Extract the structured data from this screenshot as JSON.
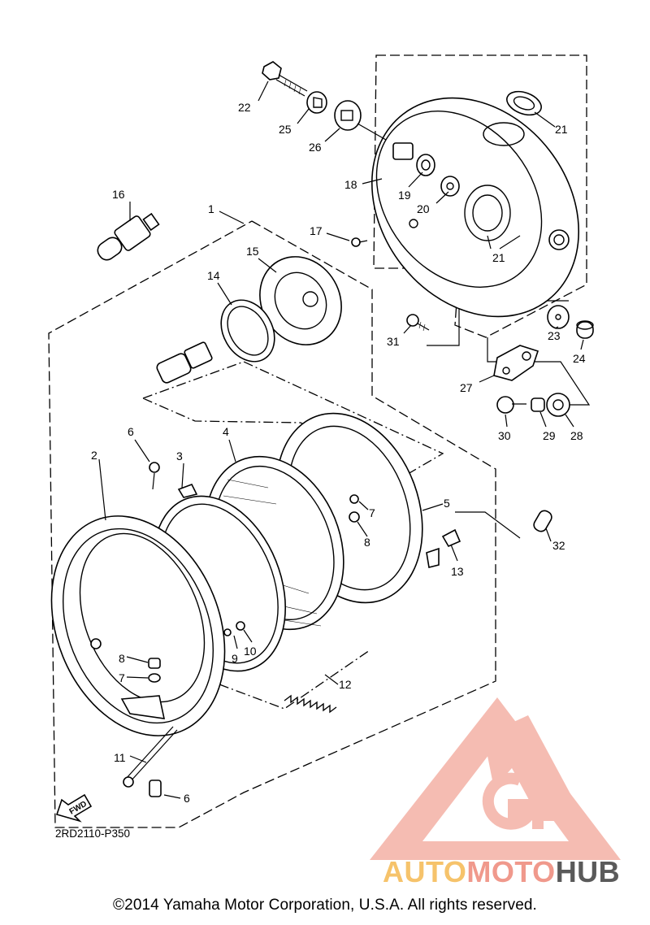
{
  "diagram": {
    "callouts": [
      {
        "id": "c1",
        "text": "1"
      },
      {
        "id": "c2",
        "text": "2"
      },
      {
        "id": "c3",
        "text": "3"
      },
      {
        "id": "c4",
        "text": "4"
      },
      {
        "id": "c5",
        "text": "5"
      },
      {
        "id": "c6a",
        "text": "6"
      },
      {
        "id": "c6b",
        "text": "6"
      },
      {
        "id": "c7a",
        "text": "7"
      },
      {
        "id": "c7b",
        "text": "7"
      },
      {
        "id": "c8a",
        "text": "8"
      },
      {
        "id": "c8b",
        "text": "8"
      },
      {
        "id": "c9",
        "text": "9"
      },
      {
        "id": "c10",
        "text": "10"
      },
      {
        "id": "c11",
        "text": "11"
      },
      {
        "id": "c12",
        "text": "12"
      },
      {
        "id": "c13",
        "text": "13"
      },
      {
        "id": "c14",
        "text": "14"
      },
      {
        "id": "c15",
        "text": "15"
      },
      {
        "id": "c16",
        "text": "16"
      },
      {
        "id": "c17",
        "text": "17"
      },
      {
        "id": "c18",
        "text": "18"
      },
      {
        "id": "c19",
        "text": "19"
      },
      {
        "id": "c20",
        "text": "20"
      },
      {
        "id": "c21a",
        "text": "21"
      },
      {
        "id": "c21b",
        "text": "21"
      },
      {
        "id": "c22",
        "text": "22"
      },
      {
        "id": "c23",
        "text": "23"
      },
      {
        "id": "c24",
        "text": "24"
      },
      {
        "id": "c25",
        "text": "25"
      },
      {
        "id": "c26",
        "text": "26"
      },
      {
        "id": "c27",
        "text": "27"
      },
      {
        "id": "c28",
        "text": "28"
      },
      {
        "id": "c29",
        "text": "29"
      },
      {
        "id": "c30",
        "text": "30"
      },
      {
        "id": "c31",
        "text": "31"
      },
      {
        "id": "c32",
        "text": "32"
      }
    ],
    "fwd_arrow_label": "FWD",
    "drawing_code": "2RD2110-P350"
  },
  "watermark": {
    "part1": "AUTO",
    "part2": "MOTO",
    "part3": "HUB",
    "colors": {
      "yellow": "#f6c36b",
      "pink": "#f0998c",
      "gray": "#5a5a5a"
    }
  },
  "footer": {
    "copyright": "©2014 Yamaha Motor Corporation, U.S.A. All rights reserved."
  }
}
